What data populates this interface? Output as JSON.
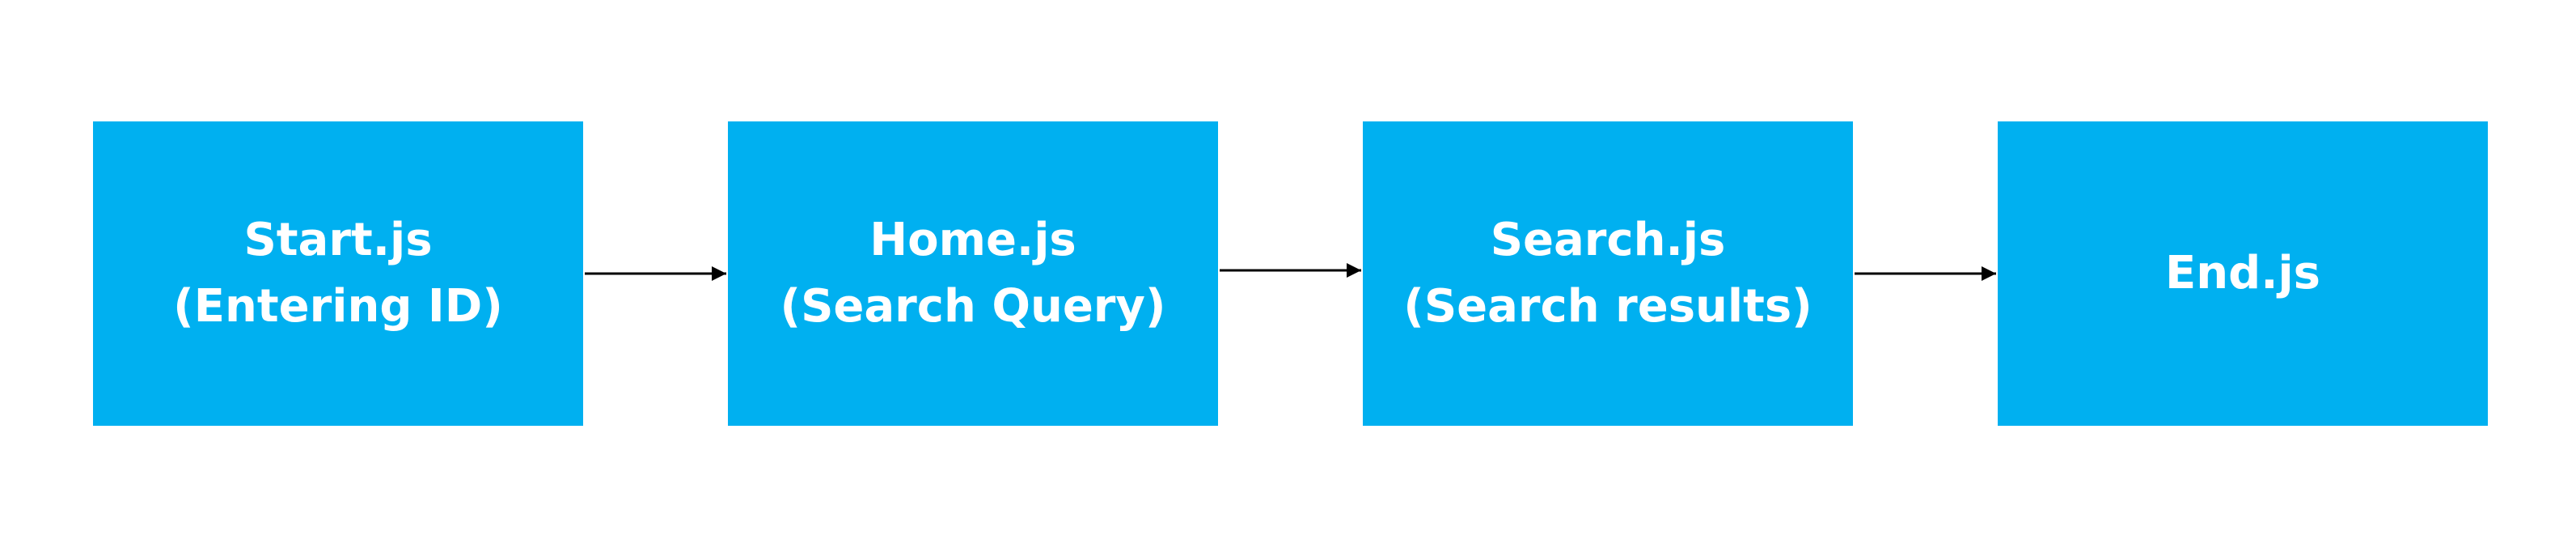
{
  "nodes": [
    {
      "title": "Start.js",
      "subtitle": "(Entering ID)"
    },
    {
      "title": "Home.js",
      "subtitle": "(Search Query)"
    },
    {
      "title": "Search.js",
      "subtitle": "(Search results)"
    },
    {
      "title": "End.js",
      "subtitle": ""
    }
  ],
  "colors": {
    "box": "#00b0f0",
    "text": "#ffffff",
    "arrow": "#000000"
  }
}
